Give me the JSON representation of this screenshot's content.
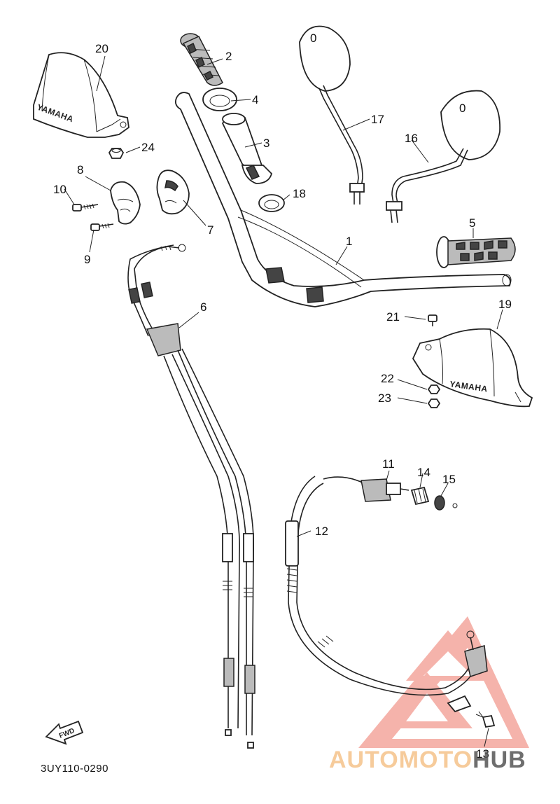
{
  "diagram": {
    "code": "3UY110-0290",
    "fwd_label": "FWD",
    "brand_marking": "YAMAHA",
    "mirror_marking": "0",
    "part_numbers": {
      "p1": "1",
      "p2": "2",
      "p3": "3",
      "p4": "4",
      "p5": "5",
      "p6": "6",
      "p7": "7",
      "p8": "8",
      "p9": "9",
      "p10": "10",
      "p11": "11",
      "p12": "12",
      "p13": "13",
      "p14": "14",
      "p15": "15",
      "p16": "16",
      "p17": "17",
      "p18": "18",
      "p19": "19",
      "p20": "20",
      "p21": "21",
      "p22": "22",
      "p23": "23",
      "p24": "24"
    }
  },
  "watermark": {
    "part1": "AUTOMOTO",
    "part2": "HUB",
    "color_primary": "#f08a80",
    "color_secondary": "#f5c38a",
    "color_dark": "#555555"
  }
}
